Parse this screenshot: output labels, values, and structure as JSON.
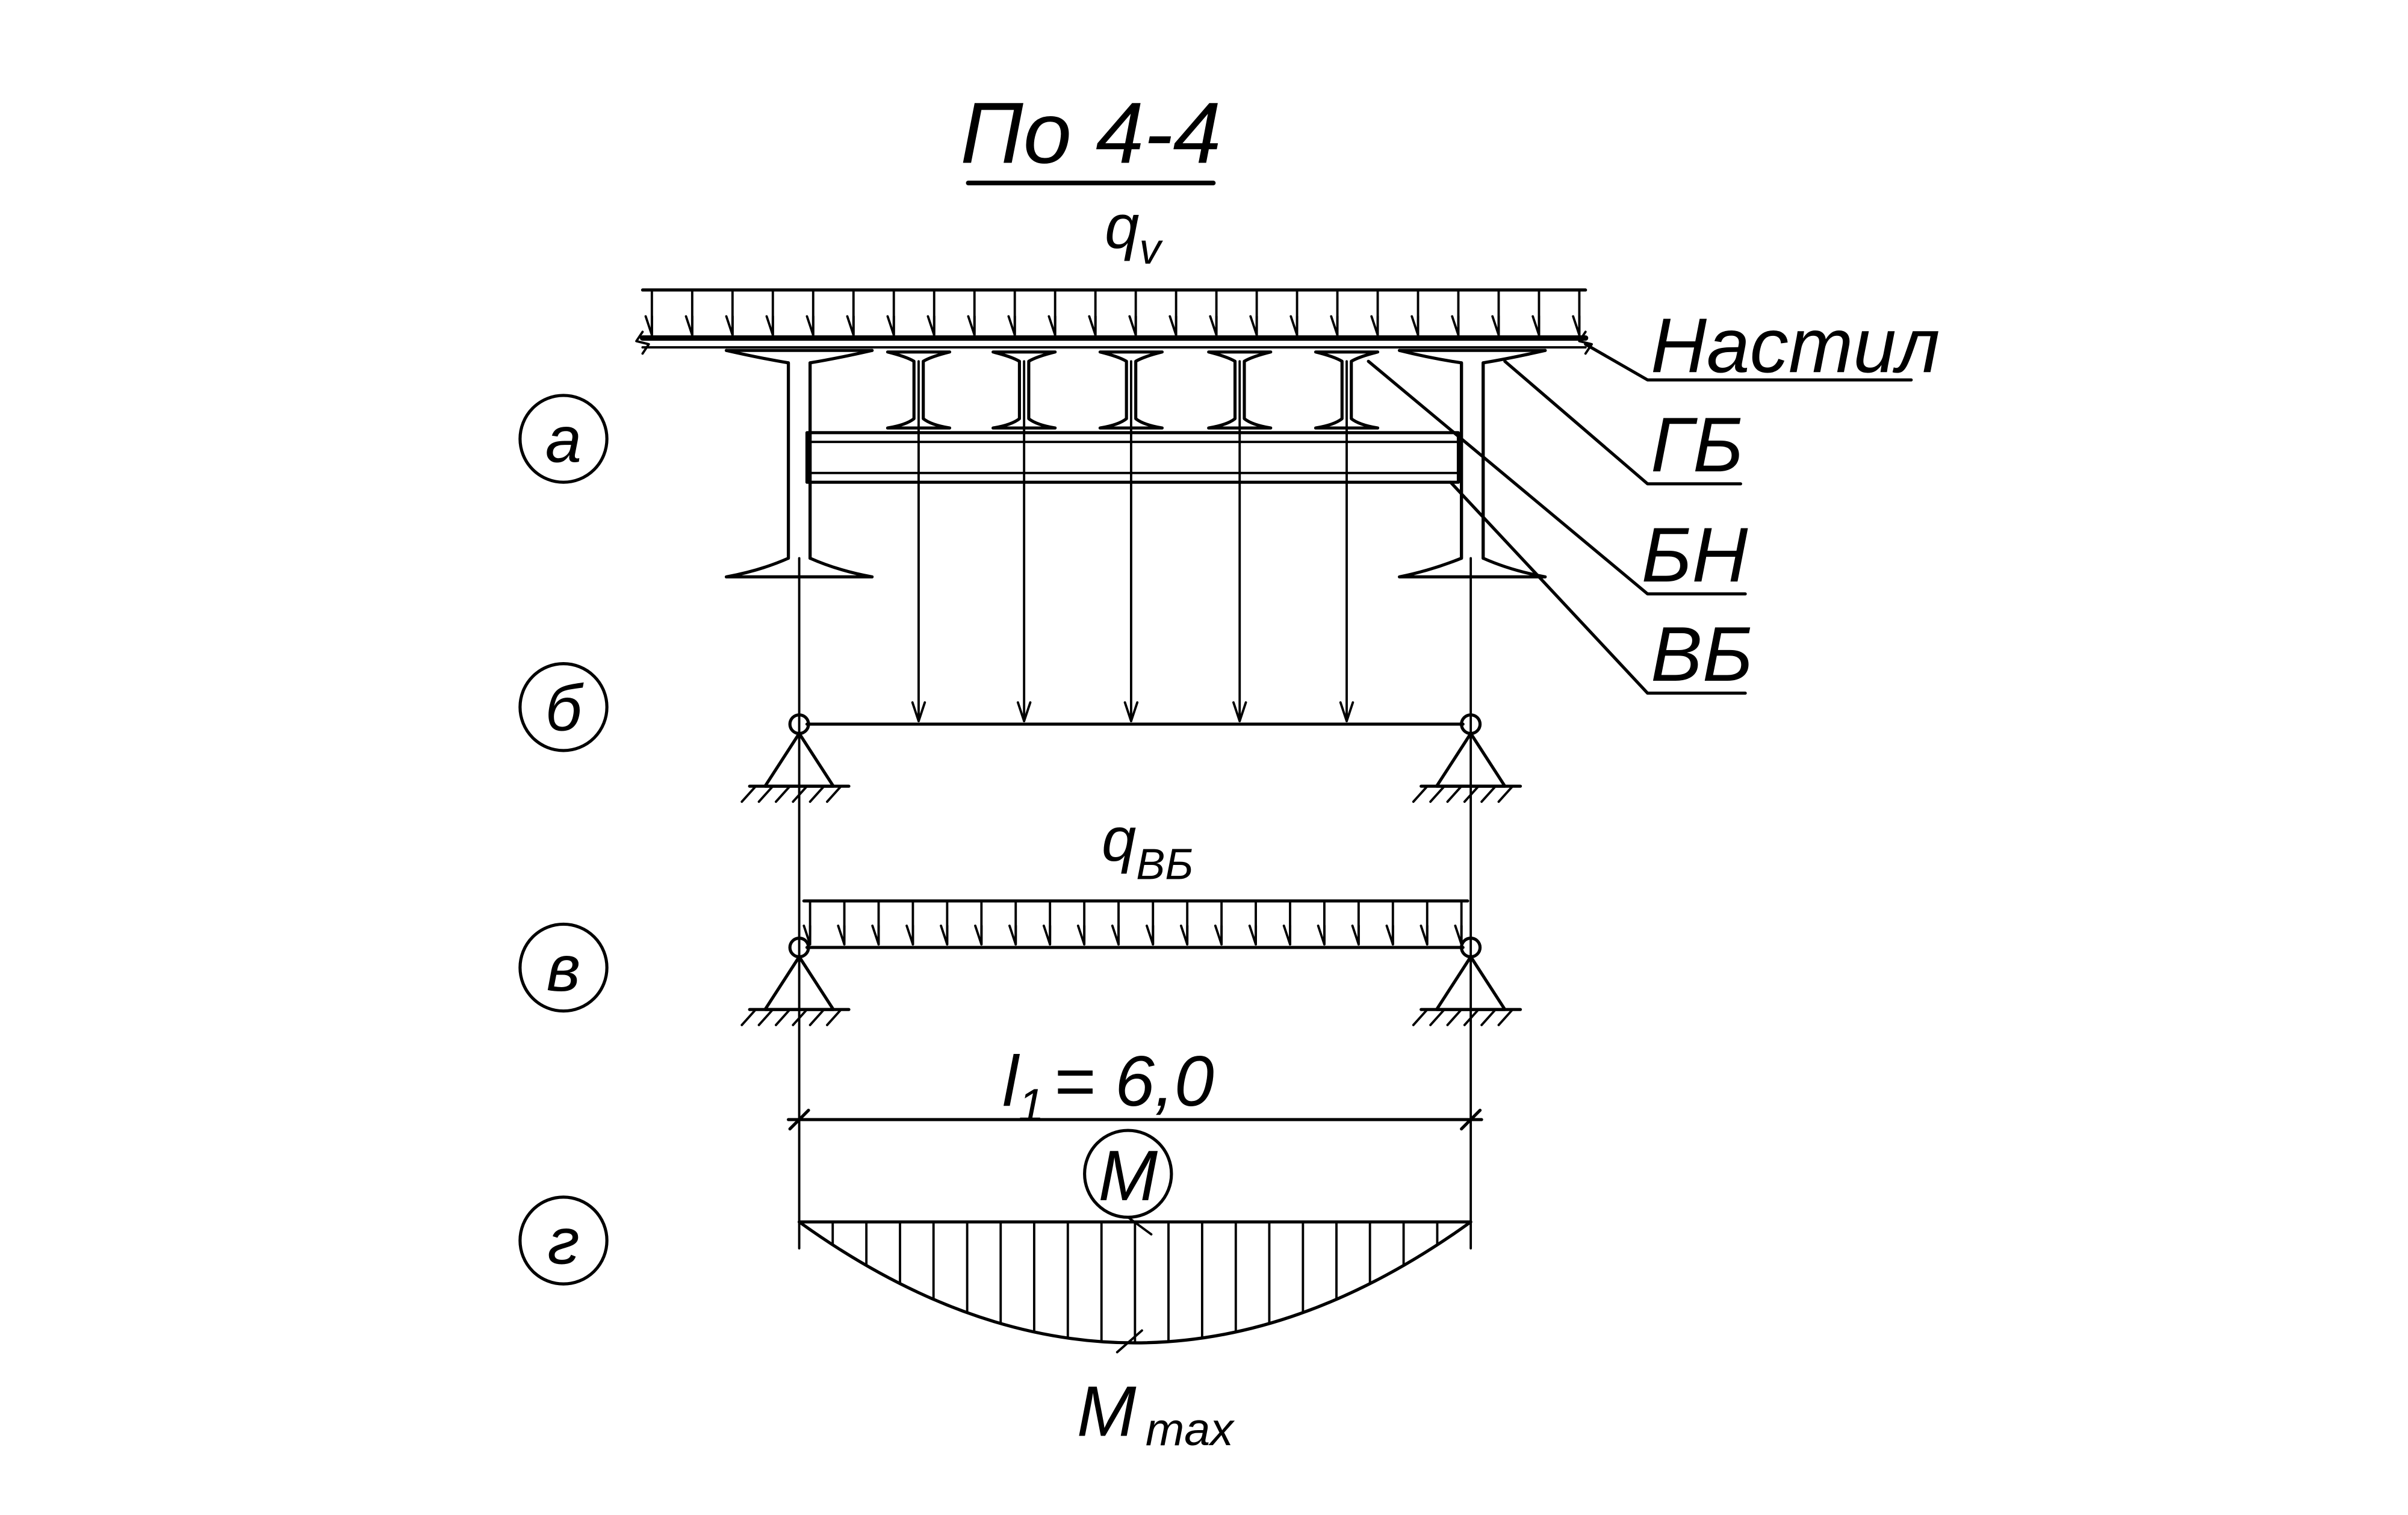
{
  "title": "По 4-4",
  "loads": {
    "top_symbol": "q",
    "top_subscript": "v",
    "beam_symbol": "q",
    "beam_subscript": "ВБ"
  },
  "callouts": [
    "Настил",
    "ГБ",
    "БН",
    "ВБ"
  ],
  "row_markers": [
    "а",
    "б",
    "в",
    "г"
  ],
  "span": {
    "symbol": "l",
    "subscript": "1",
    "value_text": "= 6,0"
  },
  "moment": {
    "diagram_label": "M",
    "max_symbol": "M",
    "max_subscript": "max"
  }
}
